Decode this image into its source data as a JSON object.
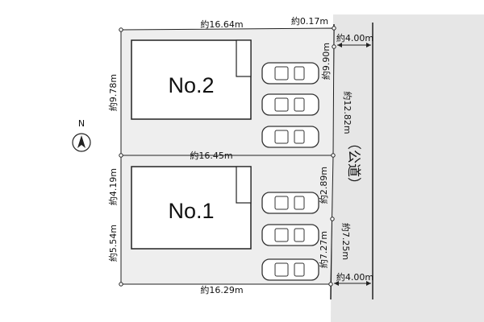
{
  "lots": {
    "upper": {
      "name": "No.2",
      "top_width": "約16.64m",
      "left_depth": "約9.78m",
      "right_depth": "約9.90m"
    },
    "lower": {
      "name": "No.1",
      "bottom_width": "約16.29m",
      "left_depth_upper": "約4.19m",
      "left_depth_lower": "約5.54m",
      "right_depth_upper": "約2.89m",
      "right_depth_lower": "約7.27m"
    },
    "middle_width": "約16.45m"
  },
  "frontage": {
    "upper": "約12.82m",
    "lower": "約7.25m",
    "corner_offset": "約0.17m"
  },
  "road": {
    "label": "（公道）",
    "width_top": "約4.00m",
    "width_bottom": "約4.00m"
  },
  "compass": {
    "label": "N"
  },
  "colors": {
    "lot_fill": "#eeeeee",
    "road_fill": "#e6e6e6",
    "line": "#222222"
  }
}
